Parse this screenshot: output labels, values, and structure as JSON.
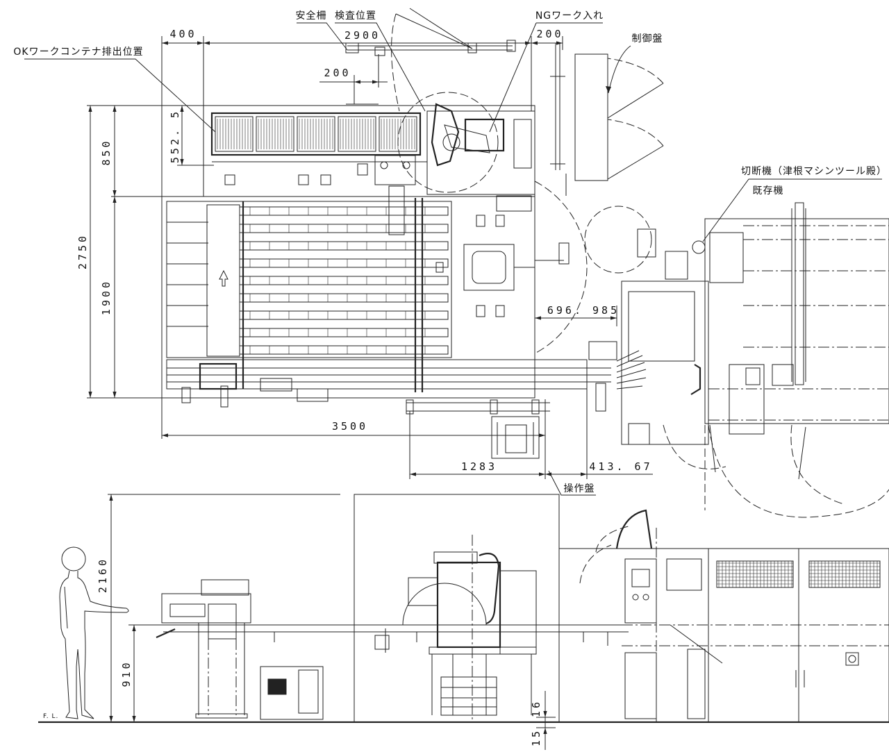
{
  "colors": {
    "line": "#222222",
    "background": "#ffffff"
  },
  "labels": {
    "safety_fence": "安全柵",
    "inspection_position": "検査位置",
    "ng_work_bin": "NGワーク入れ",
    "ok_container_exit": "OKワークコンテナ排出位置",
    "control_panel": "制御盤",
    "cutting_machine": "切断機（津根マシンツール殿）",
    "existing_machine": "既存機",
    "operation_panel": "操作盤",
    "floor_level": "F. L."
  },
  "plan_dimensions": {
    "left_offset": "400",
    "module_width": "2900",
    "control_gap": "200",
    "fence_post_gap": "200",
    "container_depth": "552. 5",
    "upper_depth": "850",
    "total_depth": "2750",
    "lower_depth": "1900",
    "machine_gap": "696. 985",
    "total_width": "3500",
    "panel_width": "1283",
    "panel_offset": "413. 67"
  },
  "elevation_dimensions": {
    "total_height": "2160",
    "conveyor_height": "910",
    "step_upper": "16",
    "step_lower": "15"
  }
}
